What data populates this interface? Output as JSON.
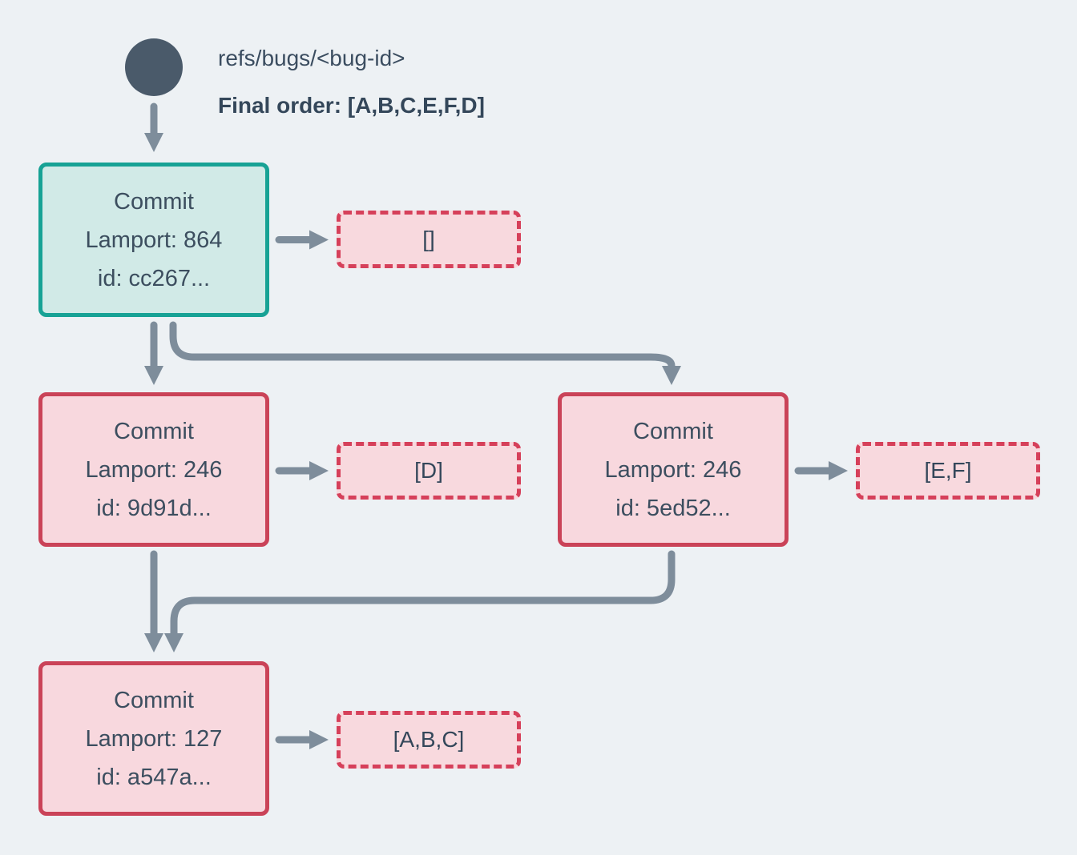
{
  "header": {
    "ref_label": "refs/bugs/<bug-id>",
    "final_order": "Final order: [A,B,C,E,F,D]"
  },
  "nodes": [
    {
      "title": "Commit",
      "lamport": "Lamport: 864",
      "commit_id": "id: cc267...",
      "ops": "[]"
    },
    {
      "title": "Commit",
      "lamport": "Lamport: 246",
      "commit_id": "id: 9d91d...",
      "ops": "[D]"
    },
    {
      "title": "Commit",
      "lamport": "Lamport: 246",
      "commit_id": "id: 5ed52...",
      "ops": "[E,F]"
    },
    {
      "title": "Commit",
      "lamport": "Lamport: 127",
      "commit_id": "id: a547a...",
      "ops": "[A,B,C]"
    }
  ],
  "colors": {
    "background": "#edf1f4",
    "ref_dot": "#4a5a6a",
    "arrow": "#7e8d9b",
    "teal_border": "#17a295",
    "teal_fill": "#d1eae7",
    "crimson_border": "#ca4358",
    "dashed_border": "#d6405a",
    "pink_fill": "#f8d8de",
    "text": "#3c4e5f"
  }
}
